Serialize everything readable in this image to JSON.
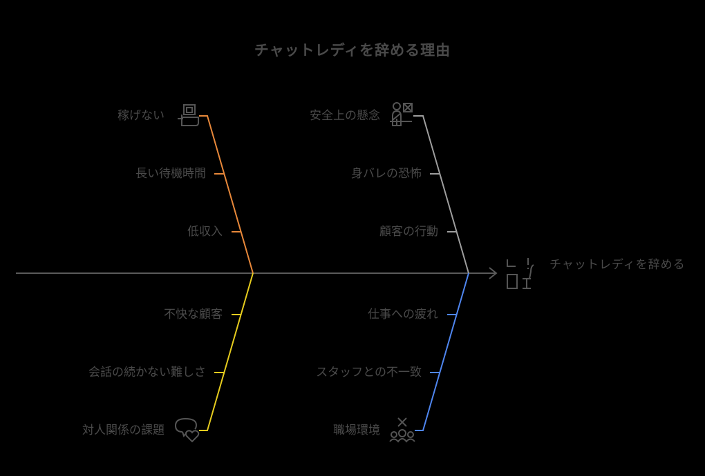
{
  "title": "チャットレディを辞める理由",
  "effect": {
    "label": "チャットレディを辞める",
    "icon": "person-leaving-desk-icon"
  },
  "colors": {
    "background": "#000000",
    "spine": "#5a5a5a",
    "text": "#4a4a4a",
    "icon": "#555555",
    "branch_income": "#e8883a",
    "branch_safety": "#9e9e9e",
    "branch_relationship": "#e6cc1e",
    "branch_workplace": "#4f86f0"
  },
  "branches": [
    {
      "category": "稼げない",
      "icon": "wallet-hand-icon",
      "color": "#e8883a",
      "causes": [
        "長い待機時間",
        "低収入"
      ]
    },
    {
      "category": "安全上の懸念",
      "icon": "person-shield-icon",
      "color": "#9e9e9e",
      "causes": [
        "身バレの恐怖",
        "顧客の行動"
      ]
    },
    {
      "category": "対人関係の課題",
      "icon": "speech-heart-icon",
      "color": "#e6cc1e",
      "causes": [
        "不快な顧客",
        "会話の続かない難しさ"
      ]
    },
    {
      "category": "職場環境",
      "icon": "group-conflict-icon",
      "color": "#4f86f0",
      "causes": [
        "仕事への疲れ",
        "スタッフとの不一致"
      ]
    }
  ]
}
